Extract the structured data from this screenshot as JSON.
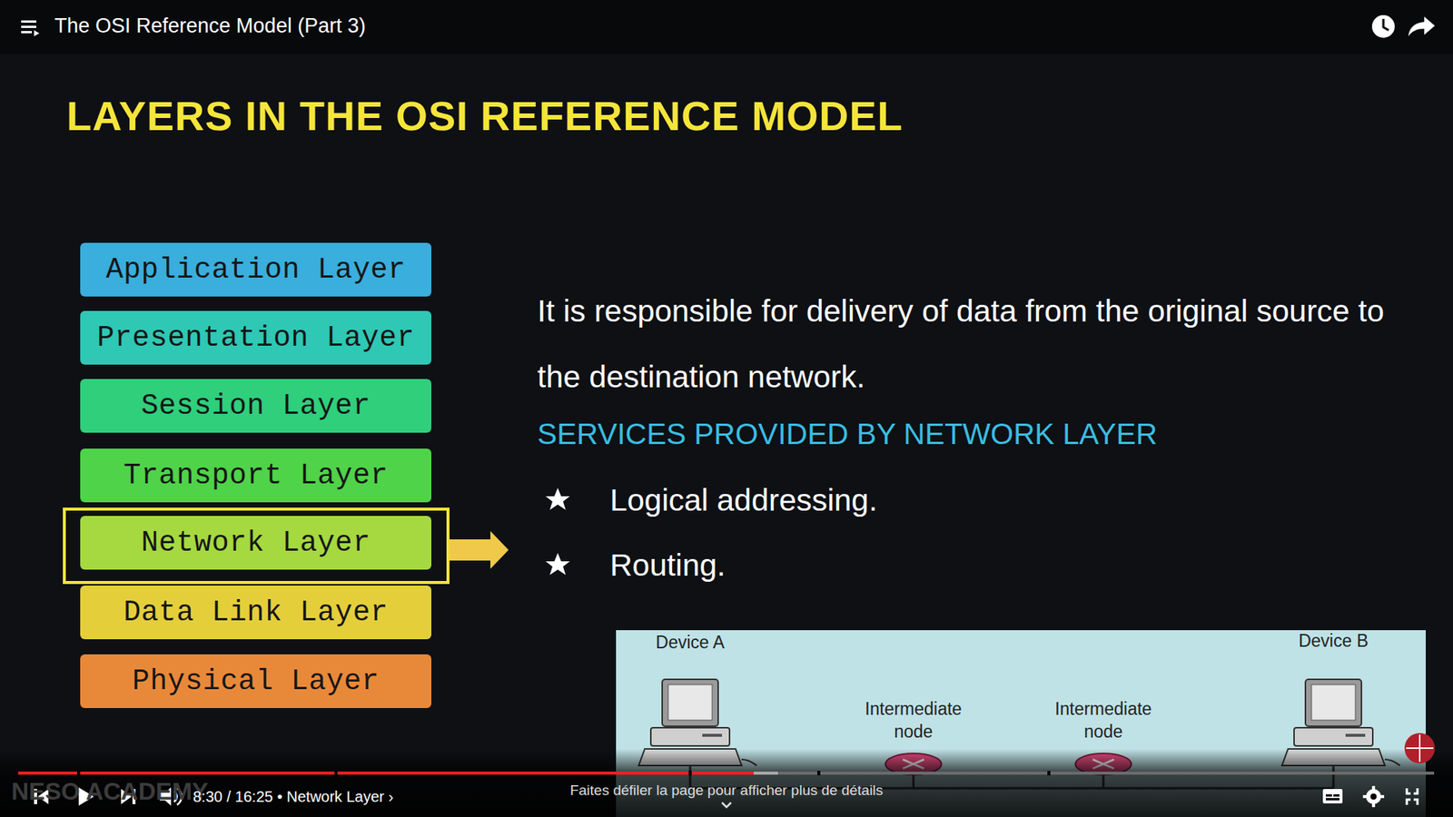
{
  "diagram": {
    "title": "LAYERS IN THE OSI REFERENCE MODEL",
    "nodes": [
      {
        "text": [
          "Application Layer"
        ]
      },
      {
        "text": [
          "Presentation Layer"
        ]
      },
      {
        "text": [
          "Session Layer"
        ]
      },
      {
        "text": [
          "Transport Layer"
        ]
      },
      {
        "text": [
          "Network Layer"
        ]
      },
      {
        "text": [
          "Data Link Layer"
        ]
      },
      {
        "text": [
          "Physical Layer"
        ]
      }
    ],
    "labels": [
      "The OSI Reference Model (Part 3)",
      "It is responsible for delivery of data from the original source to the destination network.",
      "SERVICES PROVIDED BY NETWORK LAYER",
      "Logical addressing.",
      "Routing.",
      "Device A",
      "Intermediate node",
      "Intermediate node",
      "Device B",
      "NESO ACADEMY",
      "8:30 / 16:25 • Network Layer ›",
      "Faites défiler la page pour afficher plus de détails"
    ]
  }
}
